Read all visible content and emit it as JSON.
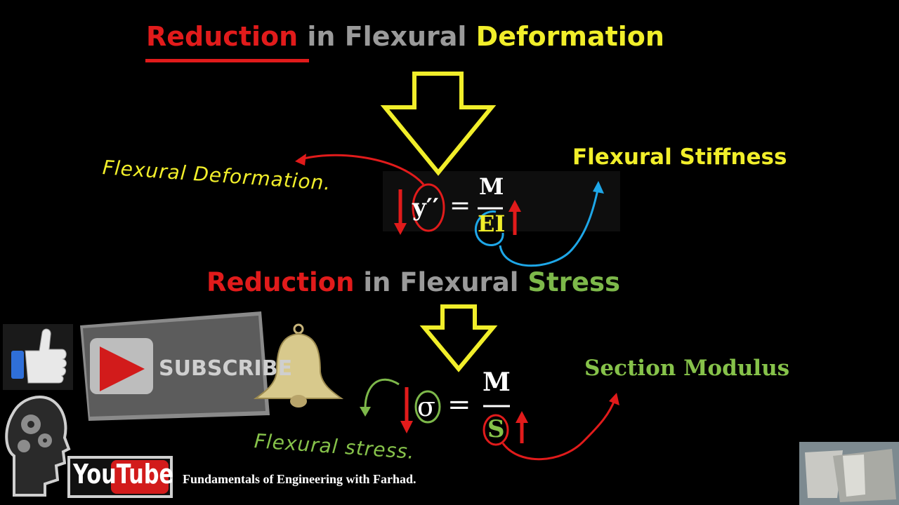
{
  "title1": {
    "word1": "Reduction",
    "word2": " in Flexural ",
    "word3": "Deformation"
  },
  "title2": {
    "word1": "Reduction",
    "word2": " in Flexural ",
    "word3": "Stress"
  },
  "labels": {
    "flexural_stiffness": "Flexural Stiffness",
    "section_modulus": "Section Modulus",
    "flexural_deformation_note": "Flexural Deformation.",
    "flexural_stress_note": "Flexural stress."
  },
  "equation1": {
    "lhs": "y′′",
    "equals": "=",
    "numerator": "M",
    "denominator": "EI"
  },
  "equation2": {
    "lhs": "σ",
    "equals": "=",
    "numerator": "M",
    "denominator": "S"
  },
  "subscribe": {
    "label": "SUBSCRIBE"
  },
  "youtube": {
    "you": "You",
    "tube": "Tube"
  },
  "footer": {
    "channel": "Fundamentals of Engineering with Farhad."
  },
  "colors": {
    "red": "#e11b1b",
    "yellow": "#f1ee2a",
    "green": "#86c24a",
    "blue": "#1ea7e8",
    "grey": "#9a9a9a"
  }
}
